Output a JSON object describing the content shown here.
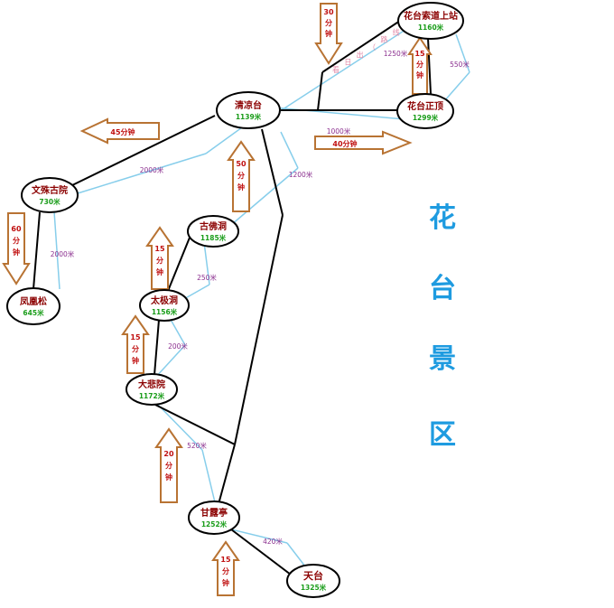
{
  "title_chars": [
    "花",
    "台",
    "景",
    "区"
  ],
  "colors": {
    "path": "#000000",
    "distance_line": "#87ceeb",
    "arrow": "#b87333",
    "name": "#8b0000",
    "elevation": "#1a9d1a",
    "distance_text": "#8b2f8f",
    "time_text": "#c01010",
    "title": "#1e9be0"
  },
  "nodes": [
    {
      "id": "cableway",
      "name": "花台索道上站",
      "elev": "1160米"
    },
    {
      "id": "summit",
      "name": "花台正顶",
      "elev": "1299米"
    },
    {
      "id": "qingliangtai",
      "name": "清凉台",
      "elev": "1139米"
    },
    {
      "id": "wenshu",
      "name": "文殊古院",
      "elev": "730米"
    },
    {
      "id": "fenghuangsong",
      "name": "凤凰松",
      "elev": "645米"
    },
    {
      "id": "gufodong",
      "name": "古佛洞",
      "elev": "1185米"
    },
    {
      "id": "taijidong",
      "name": "太极洞",
      "elev": "1156米"
    },
    {
      "id": "dabeiyuan",
      "name": "大悲院",
      "elev": "1172米"
    },
    {
      "id": "ganluting",
      "name": "甘露亭",
      "elev": "1252米"
    },
    {
      "id": "tiantai",
      "name": "天台",
      "elev": "1325米"
    }
  ],
  "distances": [
    "1250米",
    "550米",
    "1000米",
    "2000米",
    "2000米",
    "1200米",
    "250米",
    "200米",
    "520米",
    "420米"
  ],
  "dashed_route_text": "看日出（路线）",
  "times": [
    {
      "lines": [
        "30",
        "分",
        "钟"
      ]
    },
    {
      "lines": [
        "15",
        "分",
        "钟"
      ]
    },
    {
      "lines": [
        "45分钟"
      ]
    },
    {
      "lines": [
        "40分钟"
      ]
    },
    {
      "lines": [
        "50",
        "分",
        "钟"
      ]
    },
    {
      "lines": [
        "60",
        "分",
        "钟"
      ]
    },
    {
      "lines": [
        "15",
        "分",
        "钟"
      ]
    },
    {
      "lines": [
        "15",
        "分",
        "钟"
      ]
    },
    {
      "lines": [
        "20",
        "分",
        "钟"
      ]
    },
    {
      "lines": [
        "15",
        "分",
        "钟"
      ]
    }
  ]
}
